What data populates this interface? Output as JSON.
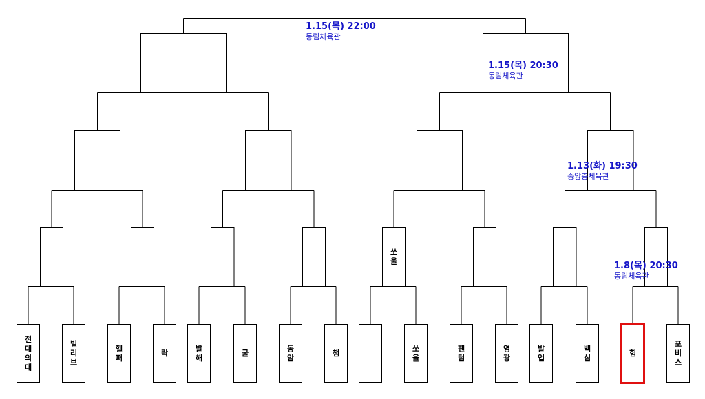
{
  "teams": [
    {
      "name": "전대의대",
      "highlight": false
    },
    {
      "name": "빌리브",
      "highlight": false
    },
    {
      "name": "헬퍼",
      "highlight": false
    },
    {
      "name": "락",
      "highlight": false
    },
    {
      "name": "발해",
      "highlight": false
    },
    {
      "name": "굴",
      "highlight": false
    },
    {
      "name": "동암",
      "highlight": false
    },
    {
      "name": "챔",
      "highlight": false
    },
    {
      "name": "",
      "highlight": false
    },
    {
      "name": "쏘울",
      "highlight": false
    },
    {
      "name": "팬텀",
      "highlight": false
    },
    {
      "name": "영광",
      "highlight": false
    },
    {
      "name": "발업",
      "highlight": false
    },
    {
      "name": "백심",
      "highlight": false
    },
    {
      "name": "힘",
      "highlight": true
    },
    {
      "name": "포비스",
      "highlight": false
    }
  ],
  "round1_winners": [
    "",
    "",
    "",
    "",
    "쏘울",
    "",
    "",
    ""
  ],
  "matches": [
    {
      "date": "1.15(목) 22:00",
      "venue": "동림체육관"
    },
    {
      "date": "1.15(목) 20:30",
      "venue": "동림체육관"
    },
    {
      "date": "1.13(화) 19:30",
      "venue": "중앙충체육관"
    },
    {
      "date": "1.8(목) 20:30",
      "venue": "동림체육관"
    }
  ],
  "colors": {
    "info": "#1515c8",
    "highlight": "#e01010"
  }
}
